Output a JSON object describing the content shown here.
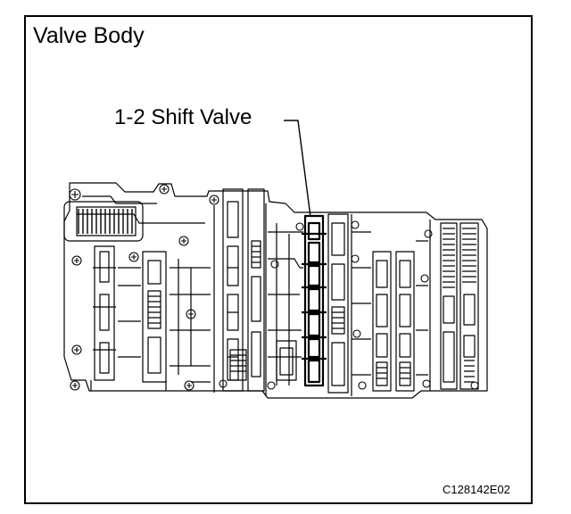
{
  "figure": {
    "title": "Valve Body",
    "callout_label": "1-2 Shift Valve",
    "code": "C128142E02"
  },
  "colors": {
    "ink": "#000000",
    "paper": "#ffffff"
  }
}
